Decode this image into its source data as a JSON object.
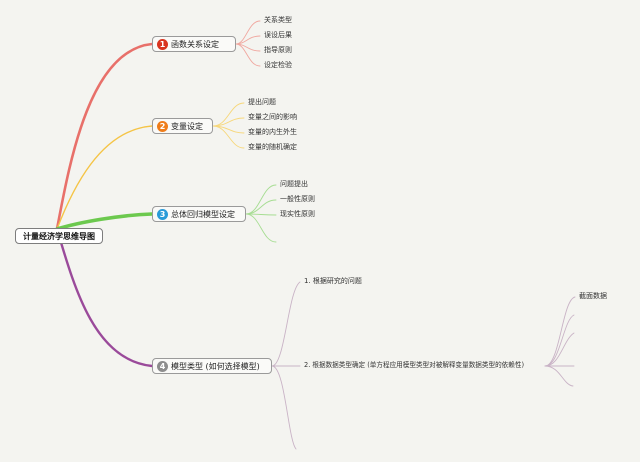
{
  "root": {
    "label": "计量经济学思维导图"
  },
  "branches": [
    {
      "number": "1",
      "label": "函数关系设定",
      "color": "#e8706a",
      "badge_color": "#d9341f",
      "leaves": [
        "关系类型",
        "误设后果",
        "指导原则",
        "设定检验"
      ]
    },
    {
      "number": "2",
      "label": "变量设定",
      "color": "#f5c445",
      "badge_color": "#ef7d1a",
      "leaves": [
        "提出问题",
        "变量之间的影响",
        "变量的内生外生",
        "变量的随机确定"
      ]
    },
    {
      "number": "3",
      "label": "总体回归模型设定",
      "color": "#6cc94e",
      "badge_color": "#2a9bd8",
      "leaves": [
        "问题提出",
        "一般性原则",
        "现实性原则",
        ""
      ]
    },
    {
      "number": "4",
      "label": "模型类型 (如何选择模型)",
      "color": "#9a4a9a",
      "badge_color": "#8d8d8d",
      "leaves": [
        "1. 根据研究的问题",
        "2. 根据数据类型确定 (单方程应用模型类型对被解释变量数据类型的依赖性)"
      ]
    }
  ],
  "sub_leaves": [
    "截面数据",
    "",
    "",
    "",
    ""
  ]
}
